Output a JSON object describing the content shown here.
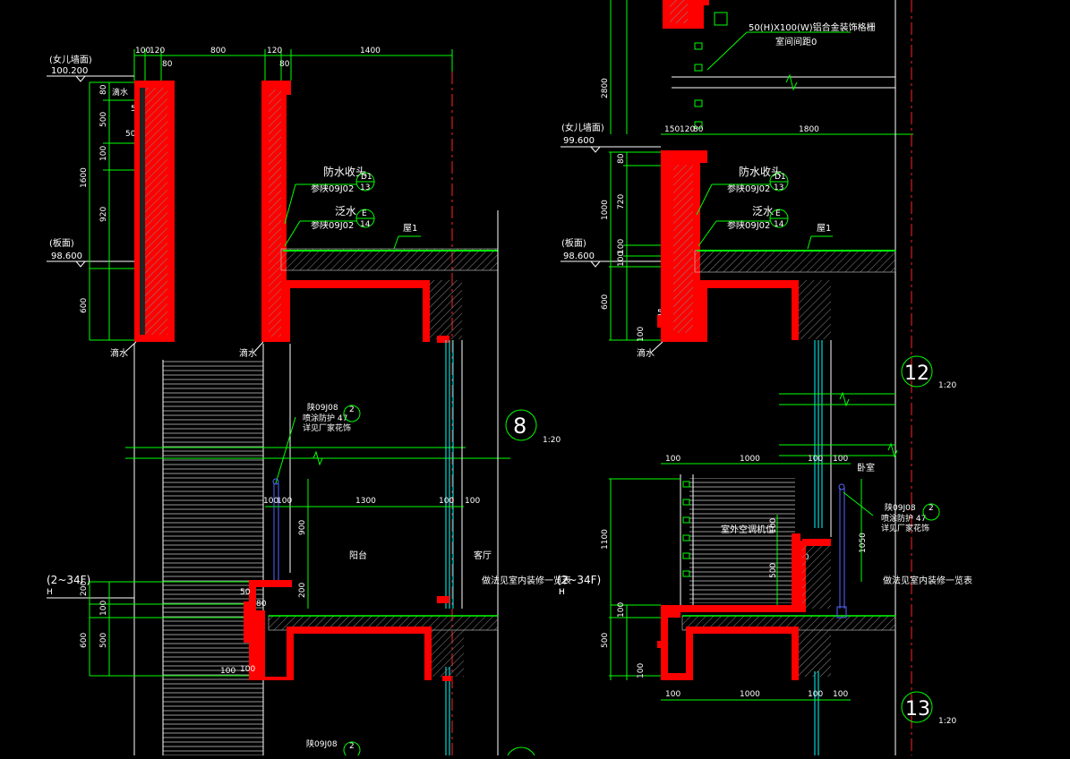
{
  "colors": {
    "background": "#000000",
    "dimension": "#00ff00",
    "wall_section": "#ff0000",
    "hatch": "#ffffff",
    "glass": "#00ffff",
    "rail": "#5566ff"
  },
  "left_detail": {
    "top_dims": [
      "100",
      "120",
      "80",
      "800",
      "120",
      "80",
      "1400"
    ],
    "parapet_elev_label": "(女儿墙面)",
    "parapet_elev": "100.200",
    "roof_elev_label": "(板面)",
    "roof_elev": "98.600",
    "vert_dims": [
      "80",
      "500",
      "50",
      "100",
      "1600",
      "50",
      "920",
      "600"
    ],
    "drip1": "滴水",
    "drip2": "滴水",
    "note_flash": "防水收头",
    "note_flash_ref": "参陕09J02",
    "note_flash_idx": "D1",
    "note_flash_page": "13",
    "note_upturn": "泛水",
    "note_upturn_ref": "参陕09J02",
    "note_upturn_idx": "E",
    "note_upturn_page": "14",
    "note_roof": "屋1",
    "rail_ref": "陕09J08",
    "rail_line1": "喷涂防护 47",
    "rail_line2": "详见厂家花饰",
    "rail_idx": "2",
    "balcony_dims": [
      "100",
      "100",
      "1300",
      "100",
      "100"
    ],
    "balcony_vdim": "900",
    "balcony_vdim2": "200",
    "balcony_label": "阳台",
    "living_label": "客厅",
    "floor_label": "(2~34F)",
    "floor_h": "H",
    "floor_vdims": [
      "200",
      "100",
      "600",
      "500",
      "100"
    ],
    "small_dims": [
      "80",
      "50",
      "100"
    ],
    "finish_note": "做法见室内装修一览表",
    "detail_no": "8",
    "scale": "1:20",
    "bottom_ref": "陕09J08",
    "bottom_idx": "2"
  },
  "right_detail": {
    "top_note": "50(H)X100(W)铝合金装饰格栅",
    "top_note2": "室间间距0",
    "top_dims": [
      "150",
      "120",
      "80",
      "1800"
    ],
    "top_vdim": "2800",
    "parapet_elev_label": "(女儿墙面)",
    "parapet_elev": "99.600",
    "roof_elev_label": "(板面)",
    "roof_elev": "98.600",
    "vert_dims": [
      "80",
      "1000",
      "720",
      "100",
      "100",
      "600",
      "50",
      "100"
    ],
    "drip": "滴水",
    "note_flash": "防水收头",
    "note_flash_ref": "参陕09J02",
    "note_flash_idx": "D1",
    "note_flash_page": "13",
    "note_upturn": "泛水",
    "note_upturn_ref": "参陕09J02",
    "note_upturn_idx": "E",
    "note_upturn_page": "14",
    "note_roof": "屋1",
    "detail_no_1": "12",
    "scale_1": "1:20",
    "mid_dims": [
      "100",
      "1000",
      "100",
      "100"
    ],
    "bedroom_label": "卧室",
    "ac_label": "室外空调机位",
    "rail_ref": "陕09J08",
    "rail_line1": "喷涂防护 47",
    "rail_line2": "详见厂家花饰",
    "rail_idx": "2",
    "vdims_mid": [
      "1100",
      "100",
      "500",
      "1050",
      "80"
    ],
    "finish_note": "做法见室内装修一览表",
    "floor_h": "H",
    "floor_vdims": [
      "100",
      "500",
      "100"
    ],
    "bottom_dims": [
      "100",
      "1000",
      "100",
      "100"
    ],
    "detail_no_2": "13",
    "scale_2": "1:20"
  }
}
